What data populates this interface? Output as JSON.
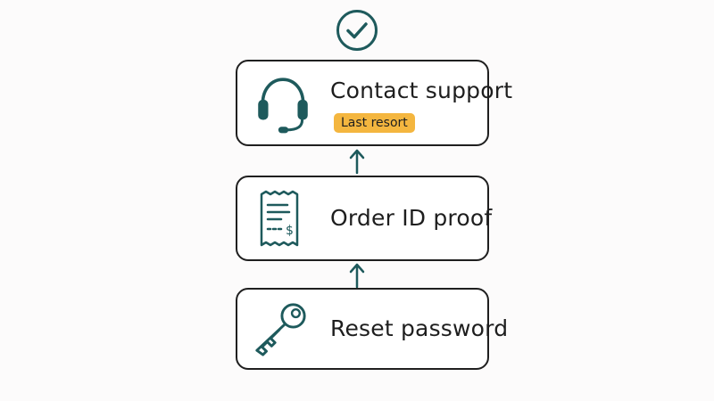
{
  "colors": {
    "icon_stroke": "#1e5a5c",
    "box_border": "#1f1f1f",
    "badge_fill": "#f4b63f",
    "background": "#fcfbfb"
  },
  "status_icon": "checkmark-circle-icon",
  "steps": [
    {
      "label": "Contact support",
      "badge": "Last resort",
      "icon": "headset-icon"
    },
    {
      "label": "Order ID proof",
      "icon": "receipt-icon"
    },
    {
      "label": "Reset password",
      "icon": "key-icon"
    }
  ]
}
